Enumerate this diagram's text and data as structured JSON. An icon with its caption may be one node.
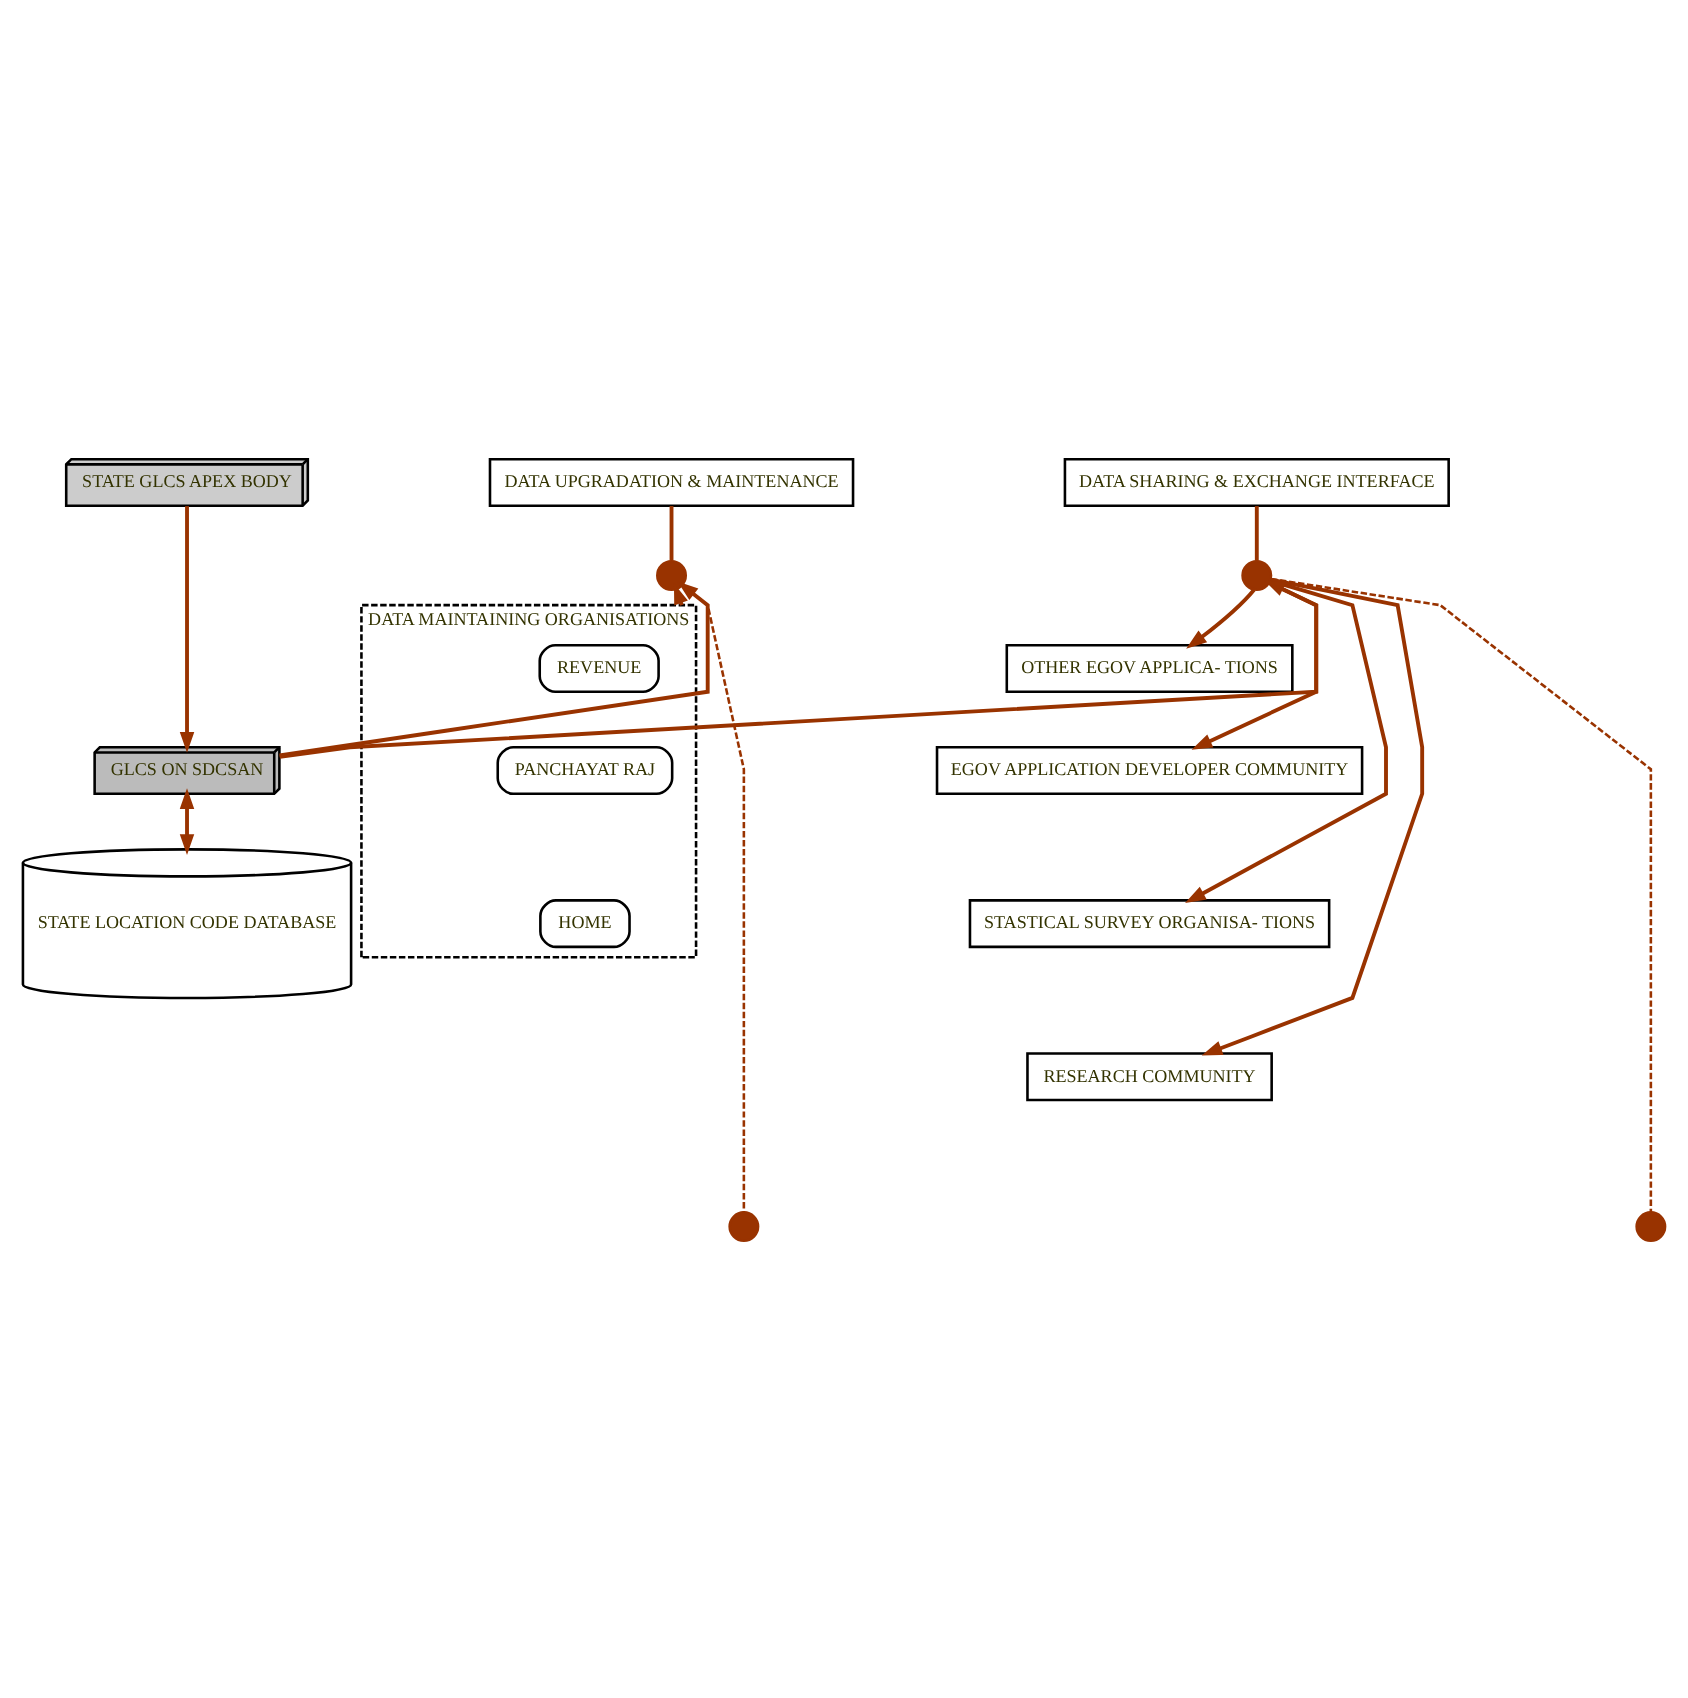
{
  "diagram": {
    "nodes": [
      {
        "text": [
          "STATE GLCS APEX BODY"
        ]
      },
      {
        "text": [
          "DATA UPGRADATION & MAINTENANCE"
        ]
      },
      {
        "text": [
          "DATA SHARING & EXCHANGE INTERFACE"
        ]
      },
      {
        "text": [],
        "shape": "circle"
      },
      {
        "text": [],
        "shape": "circle"
      },
      {
        "text": [
          "DATA MAINTAINING ORGANISATIONS"
        ]
      },
      {
        "text": [
          "REVENUE"
        ],
        "in": 5
      },
      {
        "text": [
          "PANCHAYAT RAJ"
        ],
        "in": 5
      },
      {
        "text": [
          "HOME"
        ],
        "in": 5
      },
      {
        "text": [
          "GLCS ON SDCSAN"
        ]
      },
      {
        "text": [
          "OTHER EGOV APPLICA- TIONS"
        ]
      },
      {
        "text": [
          "EGOV APPLICATION DEVELOPER COMMUNITY"
        ]
      },
      {
        "text": [
          "STASTICAL SURVEY ORGANISA- TIONS"
        ]
      },
      {
        "text": [
          "RESEARCH COMMUNITY"
        ]
      },
      {
        "text": [
          "STATE LOCATION CODE DATABASE"
        ]
      },
      {
        "text": [],
        "shape": "circle"
      },
      {
        "text": [],
        "shape": "circle"
      }
    ],
    "edges": [
      {
        "from": 1,
        "to": 3,
        "arrow": "none"
      },
      {
        "from": 2,
        "to": 4,
        "arrow": "none"
      },
      {
        "from": 3,
        "to": 15,
        "arrow": "none",
        "style": "dashed"
      },
      {
        "from": 4,
        "to": 16,
        "arrow": "none",
        "style": "dashed"
      },
      {
        "from": 0,
        "to": 9,
        "arrow": "to"
      },
      {
        "from": 9,
        "to": 3,
        "arrow": "to"
      },
      {
        "from": 9,
        "to": 4,
        "arrow": "to"
      },
      {
        "from": 5,
        "to": 3,
        "arrow": "to"
      },
      {
        "from": 9,
        "to": 14,
        "arrow": "both"
      },
      {
        "from": 4,
        "to": 10,
        "arrow": "to"
      },
      {
        "from": 4,
        "to": 11,
        "arrow": "to"
      },
      {
        "from": 4,
        "to": 12,
        "arrow": "to"
      },
      {
        "from": 4,
        "to": 13,
        "arrow": "to"
      }
    ]
  }
}
